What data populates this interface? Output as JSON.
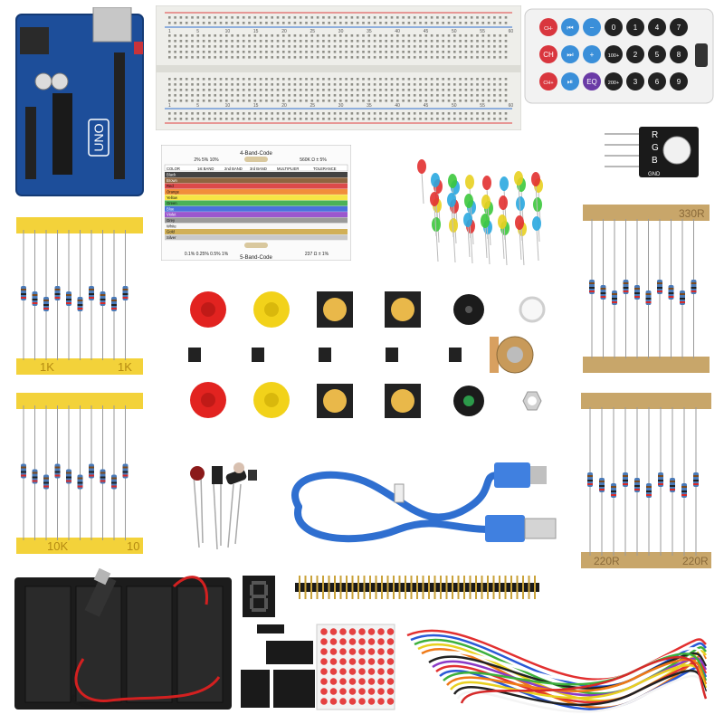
{
  "arduino": {
    "board_label": "UNO"
  },
  "resistor_card": {
    "title_4band": "4-Band-Code",
    "title_5band": "5-Band-Code",
    "headers": [
      "COLOR",
      "1st BAND",
      "2nd BAND",
      "3rd BAND",
      "MULTIPLIER",
      "TOLERANCE"
    ],
    "colors": [
      "Black",
      "Brown",
      "Red",
      "Orange",
      "Yellow",
      "Green",
      "Blue",
      "Violet",
      "Grey",
      "White",
      "Gold",
      "Silver"
    ],
    "example_4band": "560K Ω ± 5%",
    "example_5band": "237 Ω ± 1%",
    "tolerances_top": "2%  5%  10%",
    "tolerances_bottom": "0.1%  0.25%  0.5%  1%"
  },
  "remote": {
    "buttons": [
      "CH-",
      "CH",
      "CH+",
      "⏮",
      "⏭",
      "⏯",
      "−",
      "+",
      "EQ",
      "0",
      "100+",
      "200+",
      "1",
      "2",
      "3",
      "4",
      "5",
      "6",
      "7",
      "8",
      "9"
    ]
  },
  "rgb_module": {
    "pins": [
      "R",
      "G",
      "B",
      "GND"
    ]
  },
  "resistor_strips": [
    {
      "label_left": "1K",
      "label_right": "1K"
    },
    {
      "label_left": "10K",
      "label_right": "10"
    },
    {
      "label_left": "330R",
      "label_right": ""
    },
    {
      "label_left": "220R",
      "label_right": "220R"
    }
  ],
  "breadboard_numbers": [
    "1",
    "5",
    "10",
    "15",
    "20",
    "25",
    "30",
    "35",
    "40",
    "45",
    "50",
    "55",
    "60"
  ],
  "colors": {
    "arduino_blue": "#1d4e9a",
    "breadboard": "#eeeeea",
    "strip_yellow": "#f3d23a",
    "strip_tan": "#c8a66a",
    "usb_cable": "#2f6fd0",
    "battery_box": "#1c1c1c",
    "red_cap": "#e22320",
    "yellow_cap": "#f2d21a"
  }
}
